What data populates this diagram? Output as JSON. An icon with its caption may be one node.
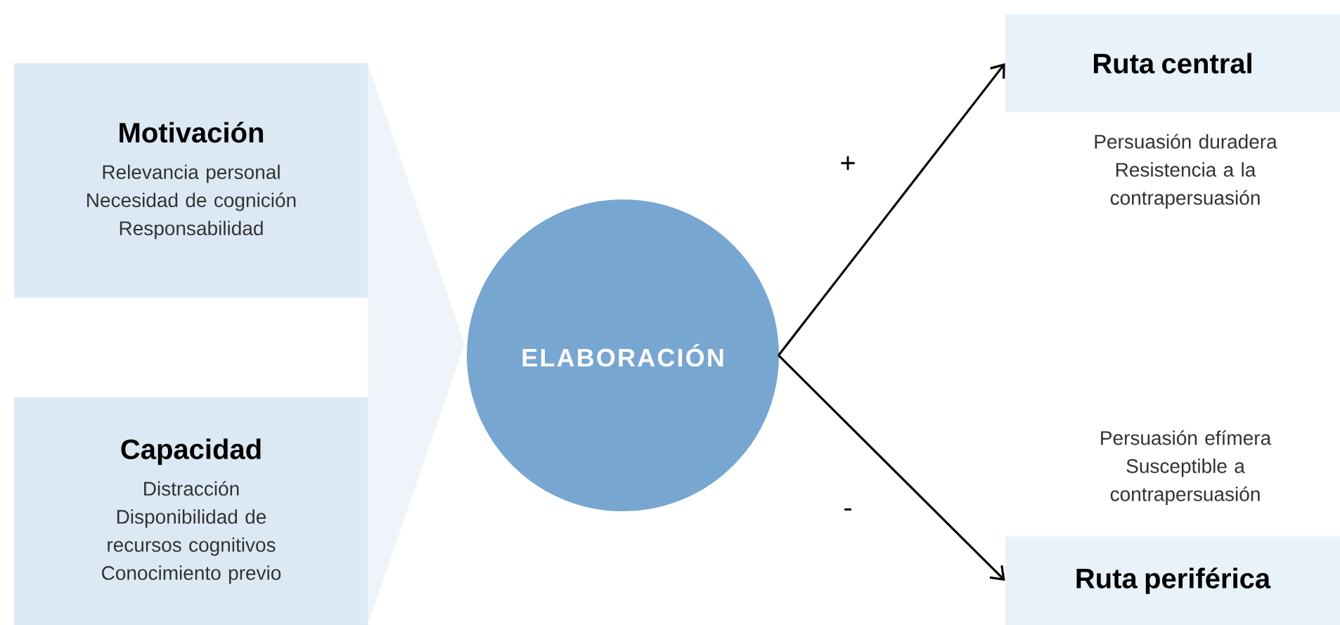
{
  "diagram": {
    "nodes": [
      {
        "text": [
          "Motivación",
          "Relevancia personal",
          "Necesidad de cognición",
          "Responsabilidad"
        ]
      },
      {
        "text": [
          "Capacidad",
          "Distracción",
          "Disponibilidad de recursos cognitivos",
          "Conocimiento previo"
        ]
      },
      {
        "text": [],
        "shape": "triangle"
      },
      {
        "text": [
          "ELABORACIÓN"
        ]
      },
      {
        "text": [
          "Ruta central"
        ],
        "beside": [
          "Persuasión duradera",
          "Resistencia a la contrapersuasión"
        ]
      },
      {
        "text": [
          "Ruta periférica"
        ],
        "beside": [
          "Persuasión efímera",
          "Susceptible a contrapersuasión"
        ]
      }
    ],
    "edges": [
      {
        "from": 3,
        "to": 4,
        "arrow": "to",
        "label": "+"
      },
      {
        "from": 3,
        "to": 5,
        "arrow": "to",
        "label": "-"
      }
    ]
  }
}
